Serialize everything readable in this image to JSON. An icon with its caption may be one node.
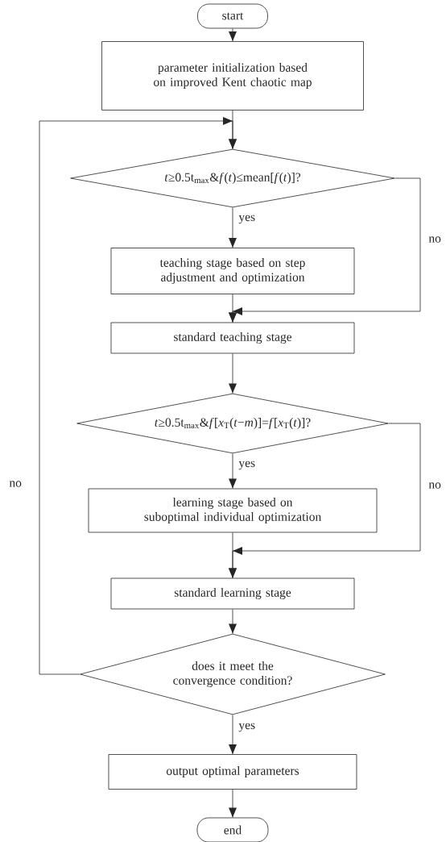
{
  "diagram": {
    "nodes": [
      {
        "text": [
          "start"
        ]
      },
      {
        "text": [
          "parameter initialization based on improved Kent chaotic map"
        ]
      },
      {
        "text": [
          "*t*≥0.5t$_{max}$&*f*(*t*)≤mean[*f*(*t*)]?"
        ]
      },
      {
        "text": [
          "teaching stage based on step adjustment and optimization"
        ]
      },
      {
        "text": [
          "standard teaching stage"
        ]
      },
      {
        "text": [
          "*t*≥0.5t$_{max}$&*f*[*x*$_{T}$(*t*−*m*)]=*f*[*x*$_{T}$(*t*)]?"
        ]
      },
      {
        "text": [
          "learning stage based on suboptimal individual optimization"
        ]
      },
      {
        "text": [
          "standard learning stage"
        ]
      },
      {
        "text": [
          "does it meet the convergence condition?"
        ]
      },
      {
        "text": [
          "output optimal parameters"
        ]
      },
      {
        "text": [
          "end"
        ]
      }
    ],
    "edges": [
      {
        "from": 0,
        "to": 1,
        "arrow": "to"
      },
      {
        "from": 1,
        "to": 2,
        "arrow": "to"
      },
      {
        "from": 2,
        "to": 3,
        "arrow": "to",
        "label": "yes"
      },
      {
        "from": 3,
        "to": 4,
        "arrow": "to"
      },
      {
        "from": 2,
        "to": 4,
        "arrow": "to",
        "label": "no"
      },
      {
        "from": 4,
        "to": 5,
        "arrow": "to"
      },
      {
        "from": 5,
        "to": 6,
        "arrow": "to",
        "label": "yes"
      },
      {
        "from": 6,
        "to": 7,
        "arrow": "to"
      },
      {
        "from": 5,
        "to": 7,
        "arrow": "to",
        "label": "no"
      },
      {
        "from": 7,
        "to": 8,
        "arrow": "to"
      },
      {
        "from": 8,
        "to": 2,
        "arrow": "to",
        "label": "no"
      },
      {
        "from": 8,
        "to": 9,
        "arrow": "to",
        "label": "yes"
      },
      {
        "from": 9,
        "to": 10,
        "arrow": "to"
      }
    ]
  }
}
